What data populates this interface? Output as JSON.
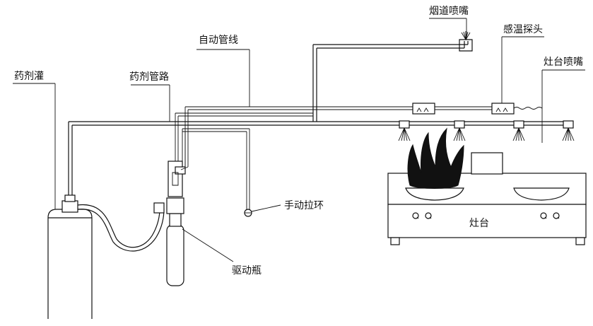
{
  "labels": {
    "agent_tank": "药剂灌",
    "agent_pipe": "药剂管路",
    "auto_line": "自动管线",
    "flue_nozzle": "烟道喷嘴",
    "temp_sensor": "感温探头",
    "stove_nozzle": "灶台喷嘴",
    "manual_pull": "手动拉环",
    "driver_bottle": "驱动瓶",
    "stove": "灶台"
  },
  "colors": {
    "line": "#111111",
    "background": "#ffffff"
  },
  "icons": {
    "nozzle": "spray-nozzle-icon",
    "sensor": "temperature-probe-icon",
    "knob": "stove-knob-icon",
    "flame": "fire-icon"
  }
}
